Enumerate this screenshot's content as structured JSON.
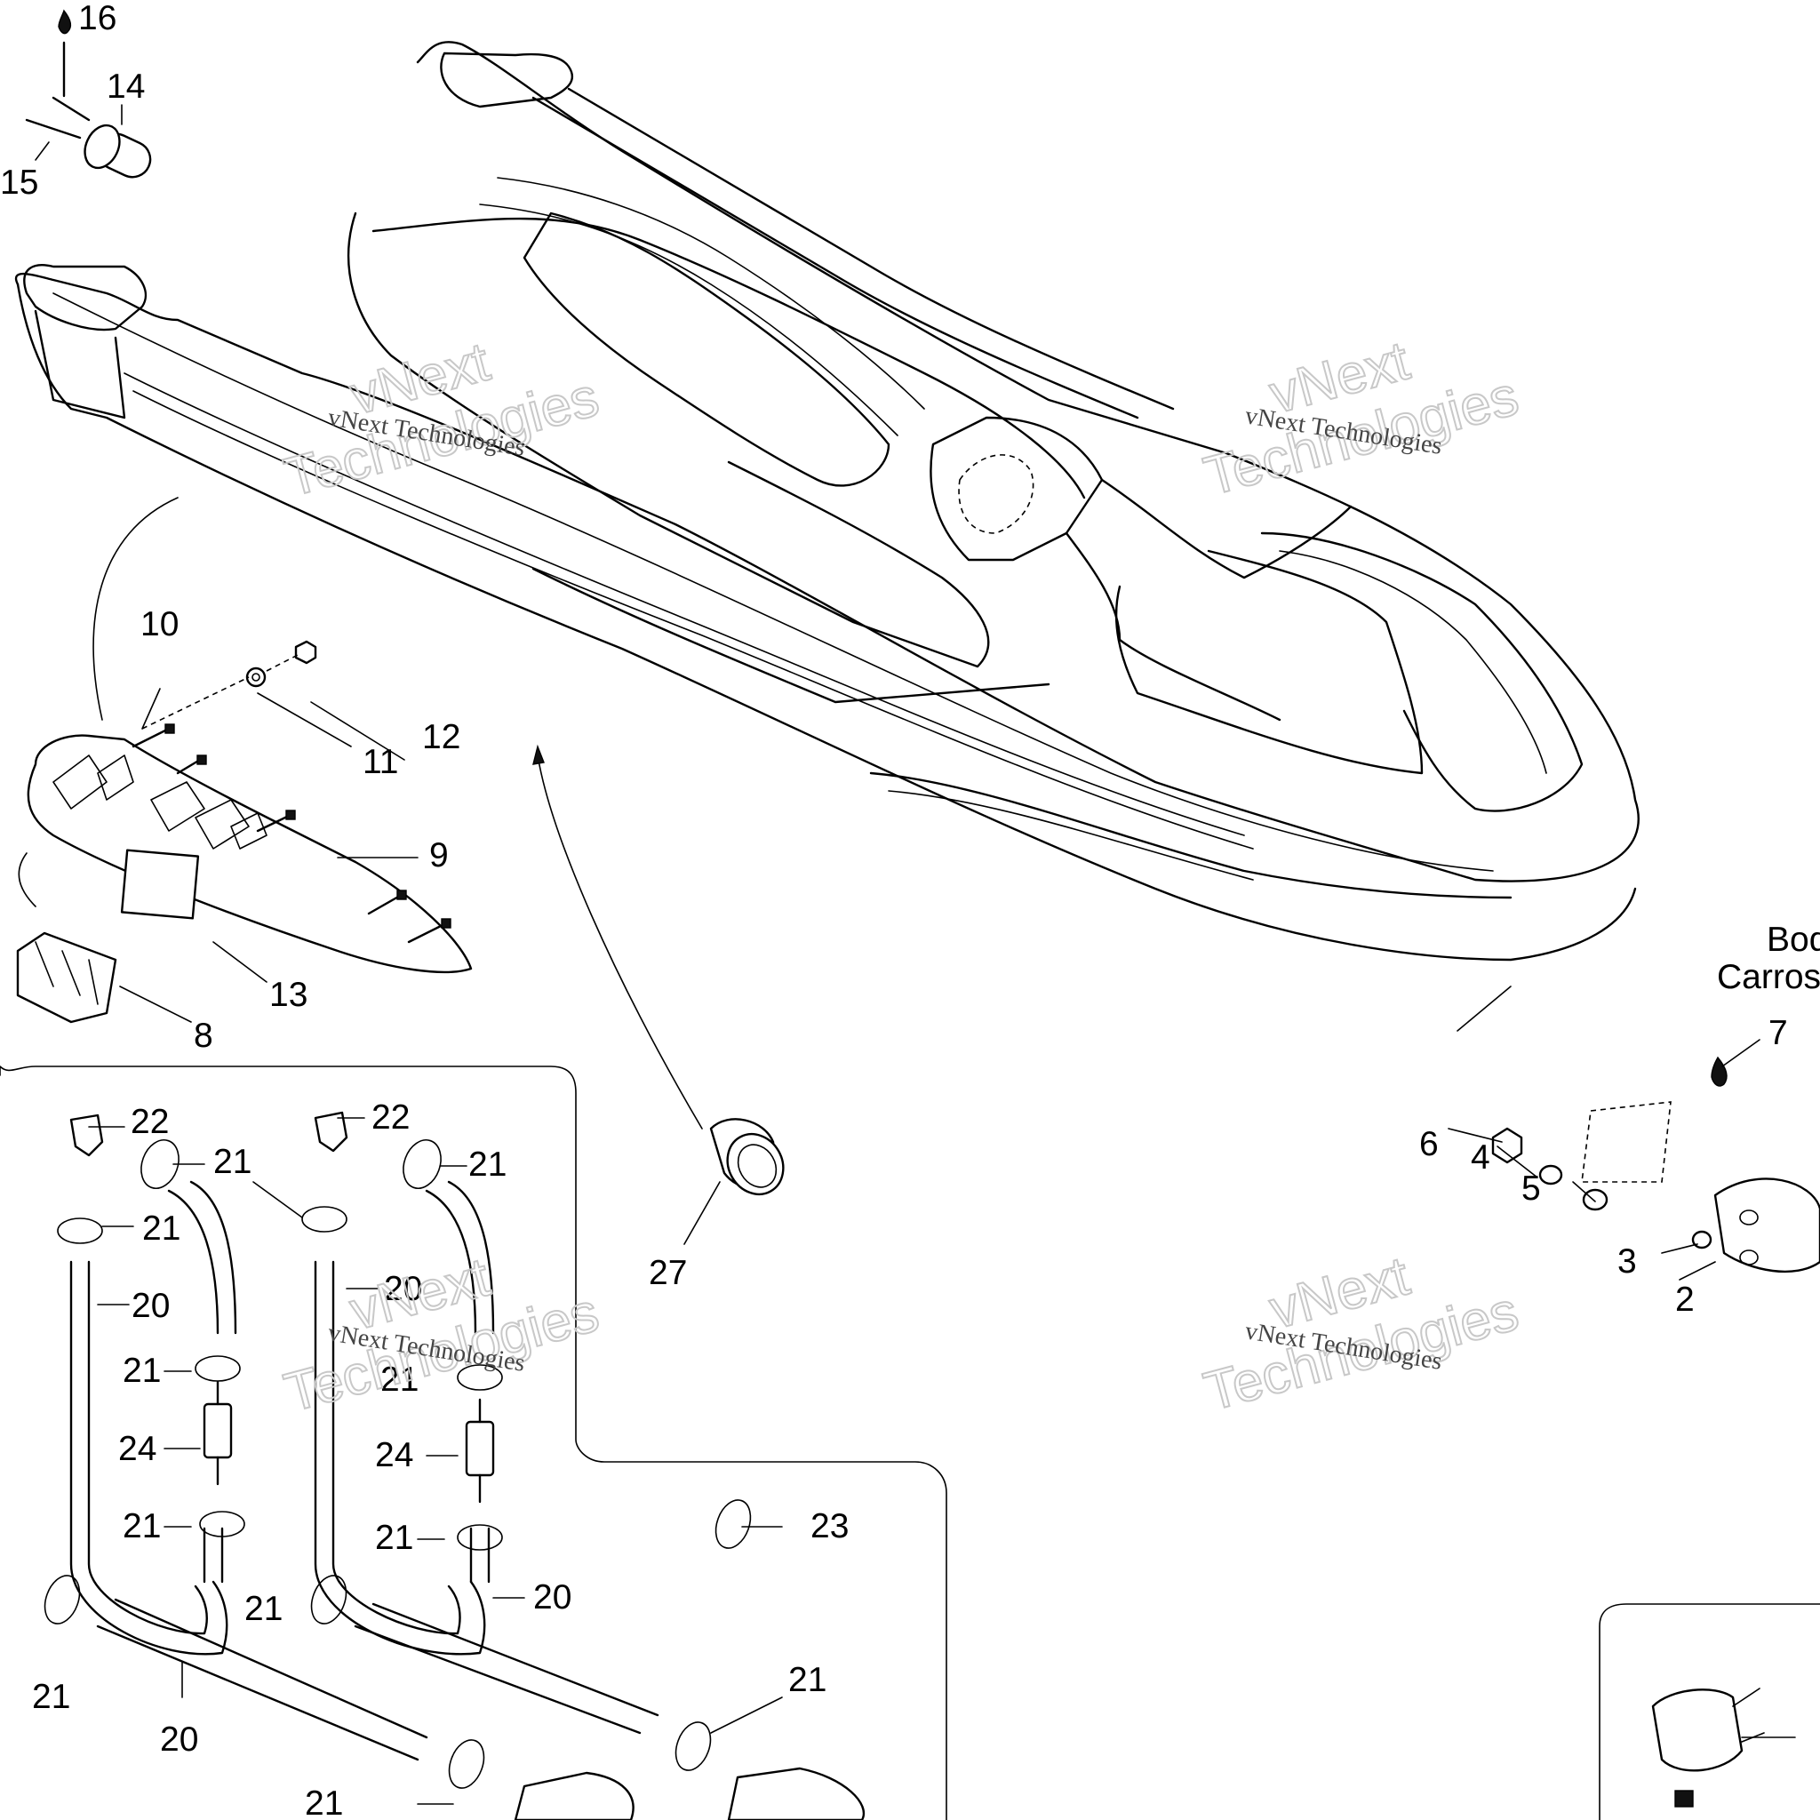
{
  "diagram": {
    "callouts": [
      {
        "id": "c16",
        "text": "16"
      },
      {
        "id": "c14",
        "text": "14"
      },
      {
        "id": "c15",
        "text": "15"
      },
      {
        "id": "c10",
        "text": "10"
      },
      {
        "id": "c12",
        "text": "12"
      },
      {
        "id": "c11",
        "text": "11"
      },
      {
        "id": "c9",
        "text": "9"
      },
      {
        "id": "c13",
        "text": "13"
      },
      {
        "id": "c8",
        "text": "8"
      },
      {
        "id": "c27",
        "text": "27"
      },
      {
        "id": "c7",
        "text": "7"
      },
      {
        "id": "c6",
        "text": "6"
      },
      {
        "id": "c4",
        "text": "4"
      },
      {
        "id": "c5",
        "text": "5"
      },
      {
        "id": "c3",
        "text": "3"
      },
      {
        "id": "c2",
        "text": "2"
      },
      {
        "id": "c22a",
        "text": "22"
      },
      {
        "id": "c22b",
        "text": "22"
      },
      {
        "id": "c21a",
        "text": "21"
      },
      {
        "id": "c21b",
        "text": "21"
      },
      {
        "id": "c21c",
        "text": "21"
      },
      {
        "id": "c21d",
        "text": "21"
      },
      {
        "id": "c21e",
        "text": "21"
      },
      {
        "id": "c21f",
        "text": "21"
      },
      {
        "id": "c21g",
        "text": "21"
      },
      {
        "id": "c21h",
        "text": "21"
      },
      {
        "id": "c21i",
        "text": "21"
      },
      {
        "id": "c21j",
        "text": "21"
      },
      {
        "id": "c21k",
        "text": "21"
      },
      {
        "id": "c20a",
        "text": "20"
      },
      {
        "id": "c20b",
        "text": "20"
      },
      {
        "id": "c20c",
        "text": "20"
      },
      {
        "id": "c20d",
        "text": "20"
      },
      {
        "id": "c24a",
        "text": "24"
      },
      {
        "id": "c24b",
        "text": "24"
      },
      {
        "id": "c23",
        "text": "23"
      }
    ],
    "body_label_line1": "Bod",
    "body_label_line2": "Carros"
  },
  "watermarks": [
    {
      "small": "vNext Technologies",
      "big1": "vNext",
      "big2": "Technologies"
    },
    {
      "small": "vNext Technologies",
      "big1": "vNext",
      "big2": "Technologies"
    },
    {
      "small": "vNext Technologies",
      "big1": "vNext",
      "big2": "Technologies"
    },
    {
      "small": "vNext Technologies",
      "big1": "vNext",
      "big2": "Technologies"
    }
  ]
}
